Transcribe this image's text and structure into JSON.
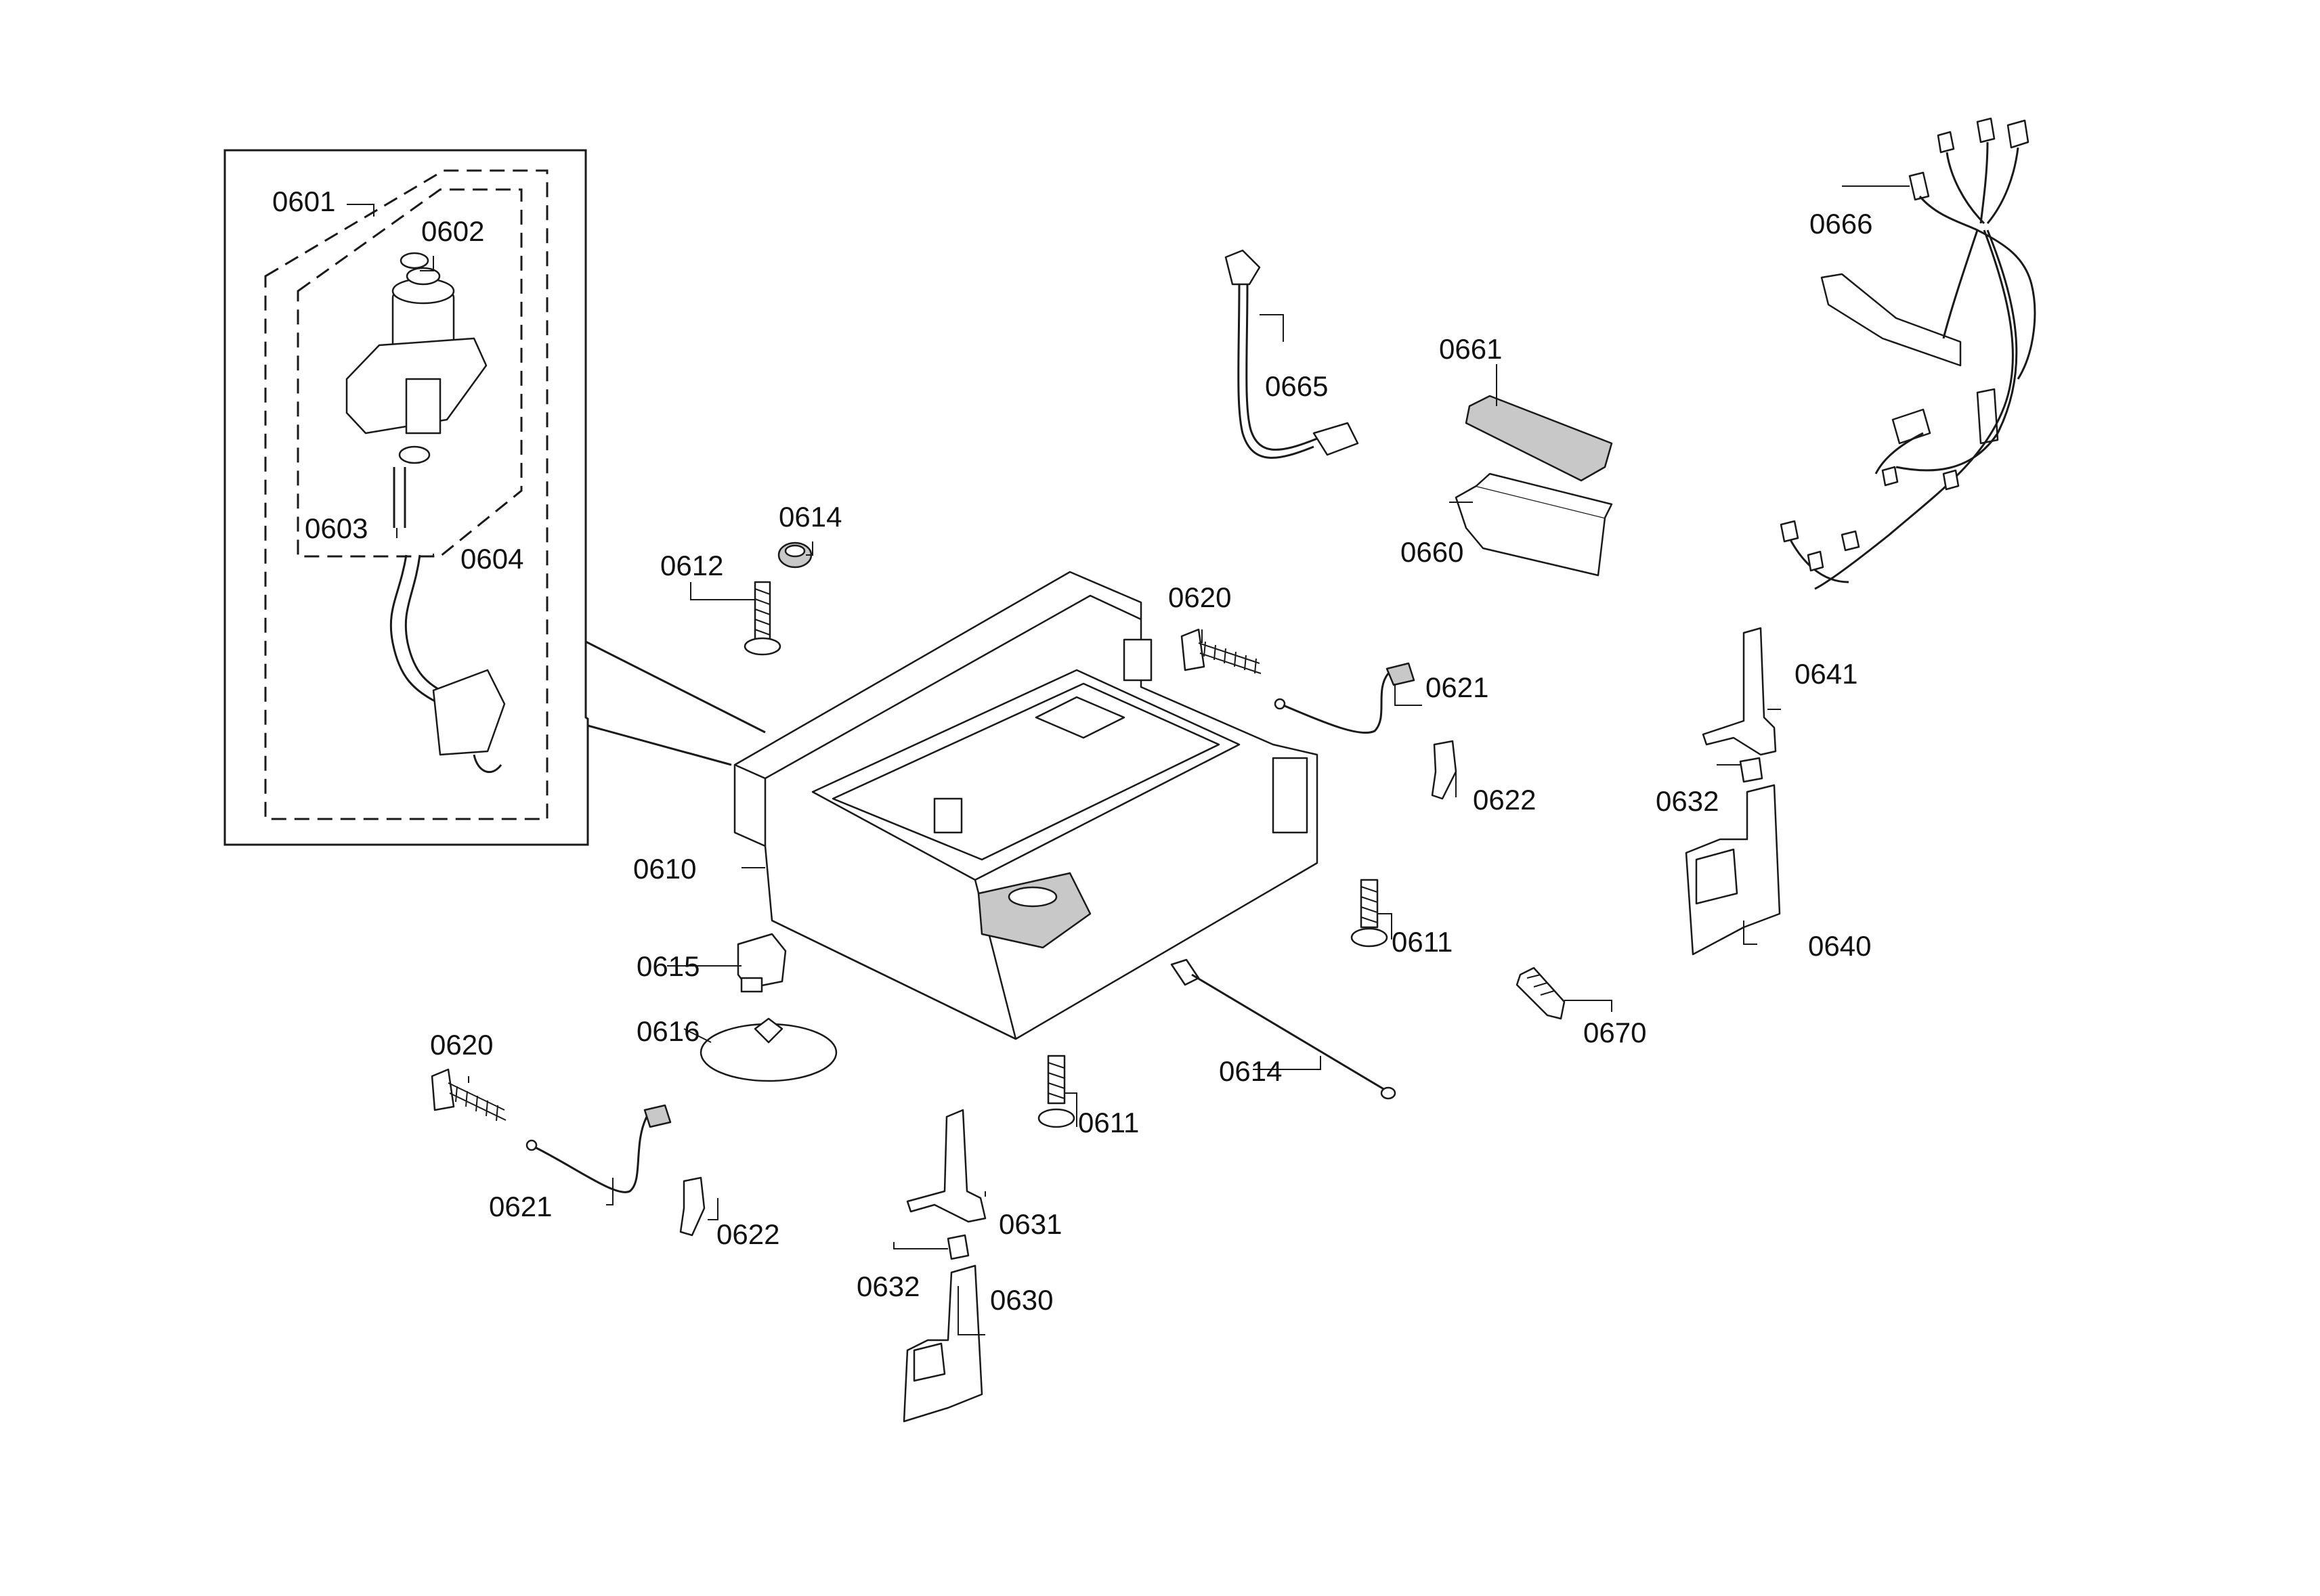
{
  "callouts": {
    "c0601": "0601",
    "c0602": "0602",
    "c0603": "0603",
    "c0604": "0604",
    "c0610": "0610",
    "c0611a": "0611",
    "c0611b": "0611",
    "c0612": "0612",
    "c0614a": "0614",
    "c0614b": "0614",
    "c0615": "0615",
    "c0616": "0616",
    "c0620a": "0620",
    "c0620b": "0620",
    "c0621a": "0621",
    "c0621b": "0621",
    "c0622a": "0622",
    "c0622b": "0622",
    "c0630": "0630",
    "c0631": "0631",
    "c0632a": "0632",
    "c0632b": "0632",
    "c0640": "0640",
    "c0641": "0641",
    "c0660": "0660",
    "c0661": "0661",
    "c0665": "0665",
    "c0666": "0666",
    "c0670": "0670"
  }
}
